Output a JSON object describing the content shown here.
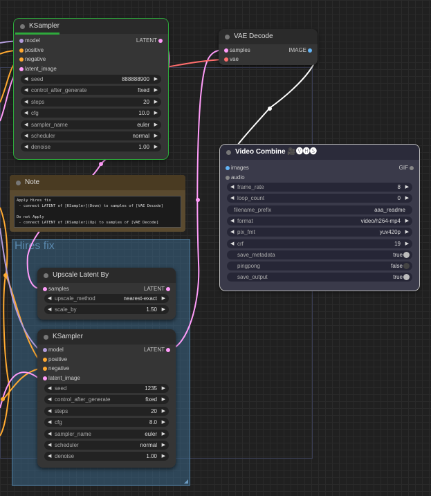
{
  "colors": {
    "latent": "#ff9cf9",
    "model": "#b39ddb",
    "conditioning": "#ffa931",
    "image": "#64b5f6",
    "vae": "#ff6e6e"
  },
  "group": {
    "title": "Hires fix"
  },
  "ksampler_top": {
    "title": "KSampler",
    "inputs": [
      "model",
      "positive",
      "negative",
      "latent_image"
    ],
    "output": "LATENT",
    "widgets": [
      {
        "label": "seed",
        "value": "888888900"
      },
      {
        "label": "control_after_generate",
        "value": "fixed"
      },
      {
        "label": "steps",
        "value": "20"
      },
      {
        "label": "cfg",
        "value": "10.0"
      },
      {
        "label": "sampler_name",
        "value": "euler"
      },
      {
        "label": "scheduler",
        "value": "normal"
      },
      {
        "label": "denoise",
        "value": "1.00"
      }
    ]
  },
  "vae_decode": {
    "title": "VAE Decode",
    "inputs": [
      "samples",
      "vae"
    ],
    "output": "IMAGE"
  },
  "note": {
    "title": "Note",
    "body": "Apply Hires fix\n - connect LATENT of [KSampler](Down) to samples of [VAE Decode]\n\nDo not Apply\n - connect LATENT of [KSampler](Up) to samples of [VAE Decode]"
  },
  "upscale": {
    "title": "Upscale Latent By",
    "input": "samples",
    "output": "LATENT",
    "widgets": [
      {
        "label": "upscale_method",
        "value": "nearest-exact"
      },
      {
        "label": "scale_by",
        "value": "1.50"
      }
    ]
  },
  "ksampler_bottom": {
    "title": "KSampler",
    "inputs": [
      "model",
      "positive",
      "negative",
      "latent_image"
    ],
    "output": "LATENT",
    "widgets": [
      {
        "label": "seed",
        "value": "1235"
      },
      {
        "label": "control_after_generate",
        "value": "fixed"
      },
      {
        "label": "steps",
        "value": "20"
      },
      {
        "label": "cfg",
        "value": "8.0"
      },
      {
        "label": "sampler_name",
        "value": "euler"
      },
      {
        "label": "scheduler",
        "value": "normal"
      },
      {
        "label": "denoise",
        "value": "1.00"
      }
    ]
  },
  "video_combine": {
    "title": "Video Combine 🎥🅥🅗🅢",
    "inputs": [
      "images",
      "audio"
    ],
    "output": "GIF",
    "widgets": [
      {
        "label": "frame_rate",
        "value": "8",
        "kind": "number"
      },
      {
        "label": "loop_count",
        "value": "0",
        "kind": "number"
      },
      {
        "label": "filename_prefix",
        "value": "aaa_readme",
        "kind": "text"
      },
      {
        "label": "format",
        "value": "video/h264-mp4",
        "kind": "combo"
      },
      {
        "label": "pix_fmt",
        "value": "yuv420p",
        "kind": "combo"
      },
      {
        "label": "crf",
        "value": "19",
        "kind": "number"
      },
      {
        "label": "save_metadata",
        "value": "true",
        "kind": "toggle"
      },
      {
        "label": "pingpong",
        "value": "false",
        "kind": "toggle"
      },
      {
        "label": "save_output",
        "value": "true",
        "kind": "toggle"
      }
    ]
  }
}
